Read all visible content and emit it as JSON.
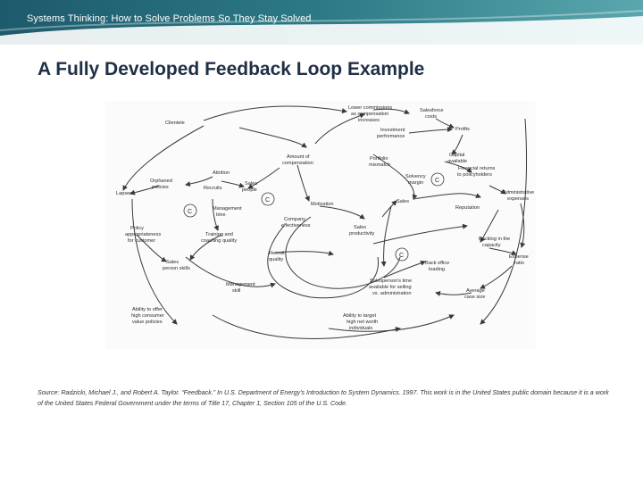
{
  "header": {
    "text": "Systems Thinking: How to Solve Problems So They Stay Solved"
  },
  "slide": {
    "title": "A Fully Developed Feedback Loop Example"
  },
  "diagram": {
    "nodes": {
      "n1": "Lower commissions",
      "n1b": "as compensation",
      "n1c": "increases",
      "n2": "Salesforce",
      "n2b": "costs",
      "n3": "Clientele",
      "n4": "Investment",
      "n4b": "performance",
      "n5": "Profits",
      "n6": "Portfolio",
      "n6b": "mismatch",
      "n7": "Capital",
      "n7b": "available",
      "n8": "Amount of",
      "n8b": "compensation",
      "n9": "Attrition",
      "n10": "Orphaned",
      "n10b": "policies",
      "n11": "Recruits",
      "n12": "Sales",
      "n12b": "people",
      "n13": "Solvency",
      "n13b": "margin",
      "n14": "Financial returns",
      "n14b": "to policyholders",
      "n15": "Lapses",
      "n16": "Administrative",
      "n16b": "expenses",
      "n17": "Management",
      "n17b": "time",
      "n18": "Motivation",
      "n19": "Sales",
      "n20": "Reputation",
      "n21": "Company",
      "n21b": "effectiveness",
      "n22": "Policy",
      "n22b": "appropriateness",
      "n22c": "for customer",
      "n23": "Sales",
      "n23b": "productivity",
      "n24": "Training and",
      "n24b": "coaching quality",
      "n25": "Backlog in the",
      "n25b": "capacity",
      "n26": "Recruit",
      "n26b": "quality",
      "n27": "Expense",
      "n27b": "ratio",
      "n28": "Sales",
      "n28b": "person skills",
      "n29": "Back office",
      "n29b": "loading",
      "n30": "Management",
      "n30b": "skill",
      "n31": "Salesperson's time",
      "n31b": "available for selling",
      "n31c": "vs. administration",
      "n32": "Average",
      "n32b": "case size",
      "n33": "Ability to offer",
      "n33b": "high consumer",
      "n33c": "value policies",
      "n34": "Ability to target",
      "n34b": "high net worth",
      "n34c": "individuals"
    },
    "loop_label": "C"
  },
  "source": {
    "text": "Source: Radzicki, Michael J., and Robert A. Taylor. “Feedback.” In U.S. Department of Energy's Introduction to System Dynamics. 1997. This work is in the United States public domain because it is a work of the United States Federal Government under the terms of Title 17, Chapter 1, Section 105 of the U.S. Code."
  }
}
